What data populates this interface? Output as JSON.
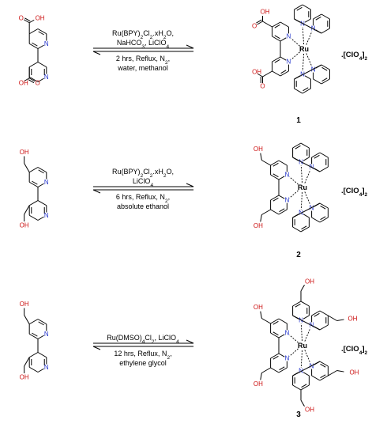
{
  "reactions": [
    {
      "conditions": [
        {
          "parts": [
            [
              "Ru(BPY)",
              "n"
            ],
            [
              "2",
              "sub"
            ],
            [
              "Cl",
              "n"
            ],
            [
              "2",
              "sub"
            ],
            [
              ".xH",
              "n"
            ],
            [
              "2",
              "sub"
            ],
            [
              "O,",
              "n"
            ]
          ]
        },
        {
          "parts": [
            [
              "NaHCO",
              "n"
            ],
            [
              "3",
              "sub"
            ],
            [
              ", LiClO",
              "n"
            ],
            [
              "4",
              "sub"
            ]
          ]
        },
        {
          "parts": [
            [
              "2 hrs, Reflux, N",
              "n"
            ],
            [
              "2",
              "sub"
            ],
            [
              ",",
              "n"
            ]
          ]
        },
        {
          "parts": [
            [
              "water, methanol",
              "n"
            ]
          ]
        }
      ],
      "anion": {
        "parts": [
          [
            ".[ClO",
            "n"
          ],
          [
            "4",
            "sub"
          ],
          [
            "]",
            "n"
          ],
          [
            "2",
            "sub"
          ]
        ]
      },
      "compound_number": "1"
    },
    {
      "conditions": [
        {
          "parts": [
            [
              "Ru(BPY)",
              "n"
            ],
            [
              "2",
              "sub"
            ],
            [
              "Cl",
              "n"
            ],
            [
              "2",
              "sub"
            ],
            [
              ".xH",
              "n"
            ],
            [
              "2",
              "sub"
            ],
            [
              "O,",
              "n"
            ]
          ]
        },
        {
          "parts": [
            [
              "LiClO",
              "n"
            ],
            [
              "4",
              "sub"
            ]
          ]
        },
        {
          "parts": [
            [
              "6 hrs, Reflux, N",
              "n"
            ],
            [
              "2",
              "sub"
            ],
            [
              ",",
              "n"
            ]
          ]
        },
        {
          "parts": [
            [
              "absolute ethanol",
              "n"
            ]
          ]
        }
      ],
      "anion": {
        "parts": [
          [
            ".[ClO",
            "n"
          ],
          [
            "4",
            "sub"
          ],
          [
            "]",
            "n"
          ],
          [
            "2",
            "sub"
          ]
        ]
      },
      "compound_number": "2"
    },
    {
      "conditions": [
        {
          "parts": [
            [
              "Ru(DMSO)",
              "n"
            ],
            [
              "4",
              "sub"
            ],
            [
              "Cl",
              "n"
            ],
            [
              "2",
              "sub"
            ],
            [
              ", LiClO",
              "n"
            ],
            [
              "4",
              "sub"
            ]
          ]
        },
        {
          "parts": [
            [
              "12 hrs, Reflux, N",
              "n"
            ],
            [
              "2",
              "sub"
            ],
            [
              ",",
              "n"
            ]
          ]
        },
        {
          "parts": [
            [
              "ethylene glycol",
              "n"
            ]
          ]
        }
      ],
      "anion": {
        "parts": [
          [
            ".[ClO",
            "n"
          ],
          [
            "4",
            "sub"
          ],
          [
            "]",
            "n"
          ],
          [
            "2",
            "sub"
          ]
        ]
      },
      "compound_number": "3"
    }
  ],
  "atom_labels": {
    "nitrogen": "N",
    "oxygen": "O",
    "hydroxyl": "OH",
    "hydroxyl_left": "HO",
    "metal": "Ru"
  },
  "colors": {
    "nitrogen": "#2233cc",
    "oxygen": "#cc1111",
    "bond": "#000000"
  }
}
